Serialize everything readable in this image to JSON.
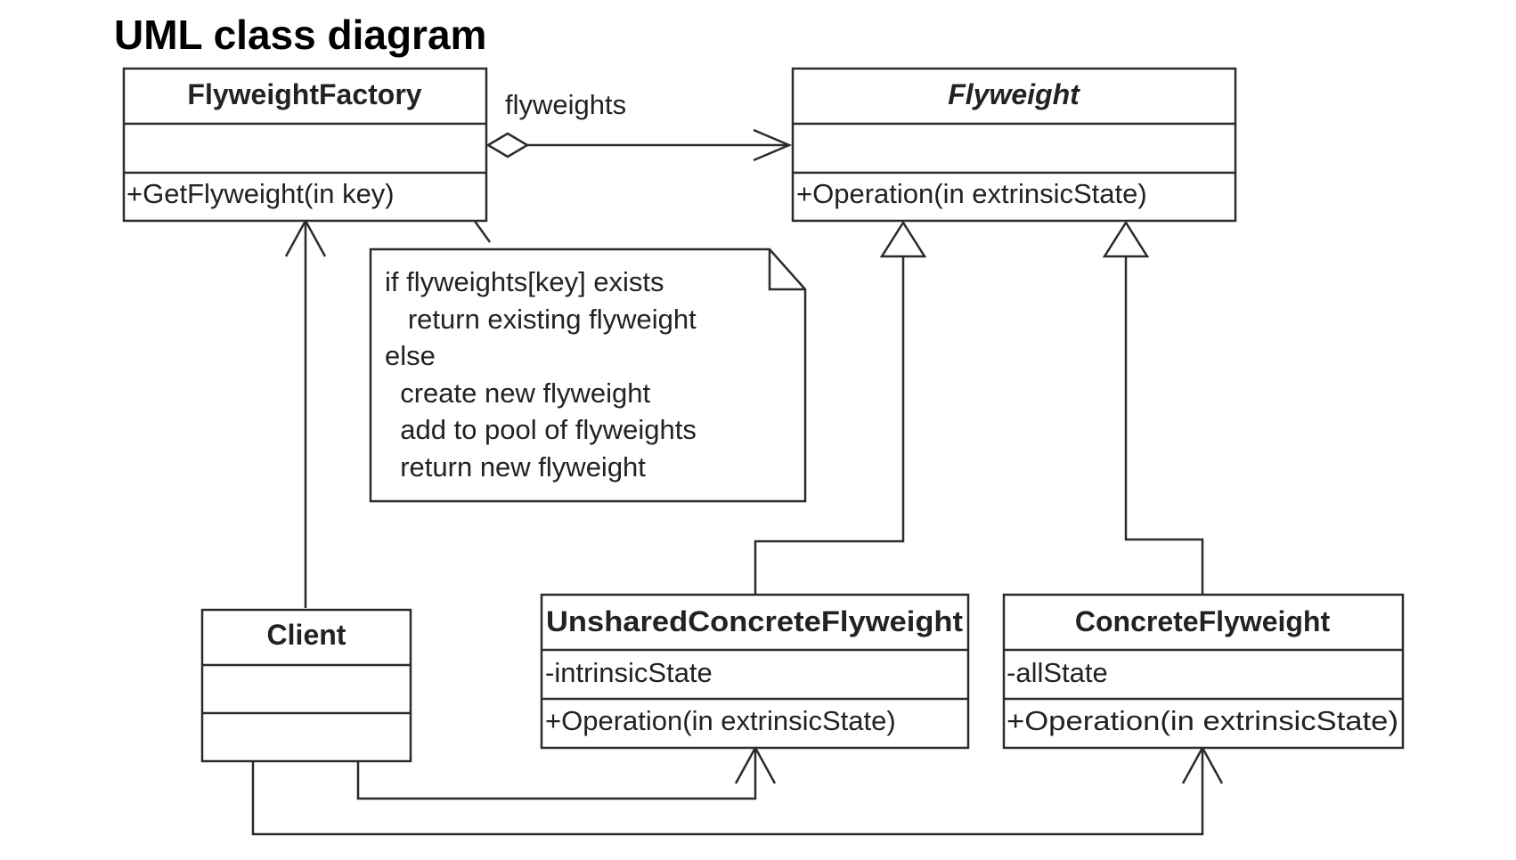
{
  "title": "UML class diagram",
  "classes": {
    "flyweight_factory": {
      "name": "FlyweightFactory",
      "attributes": [],
      "operations": [
        "+GetFlyweight(in key)"
      ]
    },
    "flyweight": {
      "name": "Flyweight",
      "abstract": true,
      "attributes": [],
      "operations": [
        "+Operation(in extrinsicState)"
      ]
    },
    "client": {
      "name": "Client",
      "attributes": [],
      "operations": []
    },
    "unshared_concrete_flyweight": {
      "name": "UnsharedConcreteFlyweight",
      "attributes": [
        "-intrinsicState"
      ],
      "operations": [
        "+Operation(in extrinsicState)"
      ]
    },
    "concrete_flyweight": {
      "name": "ConcreteFlyweight",
      "attributes": [
        "-allState"
      ],
      "operations": [
        "+Operation(in extrinsicState)"
      ]
    }
  },
  "association_label": "flyweights",
  "note": {
    "lines": [
      "if flyweights[key] exists",
      "   return existing flyweight",
      "else",
      "  create new flyweight",
      "  add to pool of flyweights",
      "  return new flyweight"
    ]
  },
  "colors": {
    "line": "#2b2b2b",
    "text": "#222222",
    "background": "#ffffff"
  }
}
